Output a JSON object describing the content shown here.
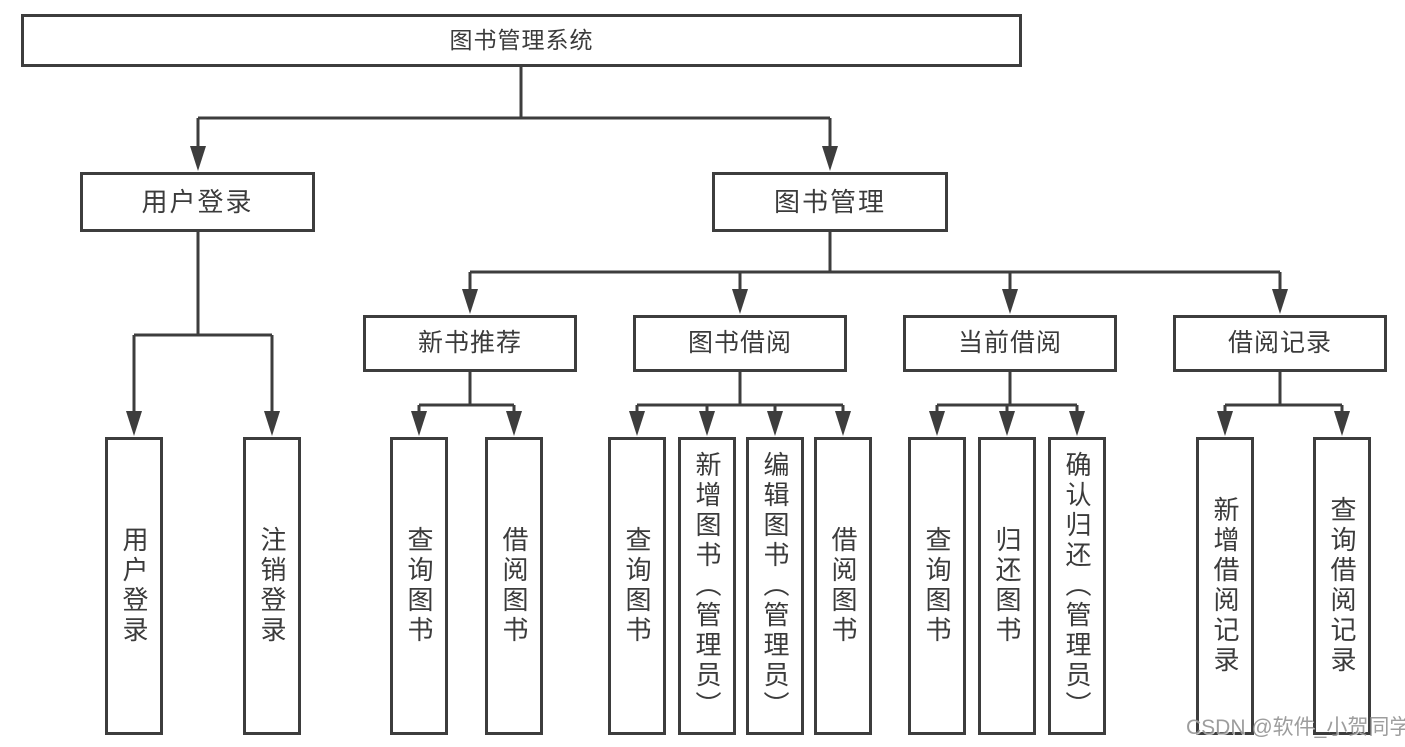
{
  "watermark": "CSDN @软件_小贺同学",
  "colors": {
    "line": "#3d3d3d",
    "text": "#3b3b3b",
    "background": "#ffffff",
    "watermark": "#8c8c8c"
  },
  "tree": {
    "label": "图书管理系统",
    "children": [
      {
        "label": "用户登录",
        "children": [
          {
            "label": "用户登录"
          },
          {
            "label": "注销登录"
          }
        ]
      },
      {
        "label": "图书管理",
        "children": [
          {
            "label": "新书推荐",
            "children": [
              {
                "label": "查询图书"
              },
              {
                "label": "借阅图书"
              }
            ]
          },
          {
            "label": "图书借阅",
            "children": [
              {
                "label": "查询图书"
              },
              {
                "label": "新增图书（管理员）"
              },
              {
                "label": "编辑图书（管理员）"
              },
              {
                "label": "借阅图书"
              }
            ]
          },
          {
            "label": "当前借阅",
            "children": [
              {
                "label": "查询图书"
              },
              {
                "label": "归还图书"
              },
              {
                "label": "确认归还（管理员）"
              }
            ]
          },
          {
            "label": "借阅记录",
            "children": [
              {
                "label": "新增借阅记录"
              },
              {
                "label": "查询借阅记录"
              }
            ]
          }
        ]
      }
    ]
  }
}
